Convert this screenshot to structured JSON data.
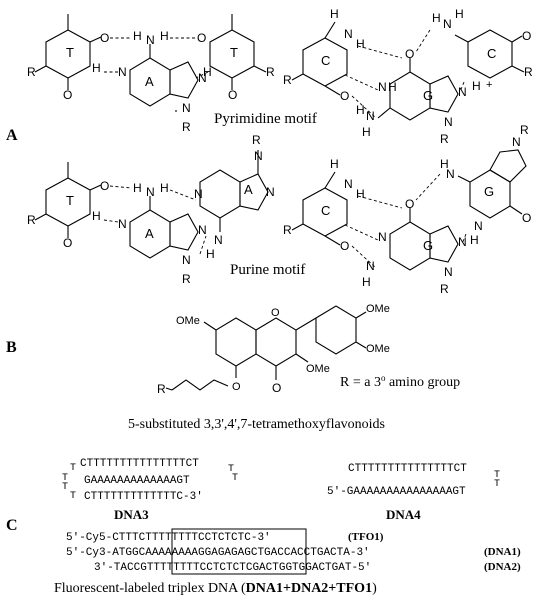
{
  "panels": {
    "a": {
      "letter": "A",
      "pyrimidine_caption": "Pyrimidine motif",
      "purine_caption": "Purine motif"
    },
    "b": {
      "letter": "B",
      "r_definition_pre": "R = a 3",
      "r_definition_sup": "o",
      "r_definition_post": " amino group",
      "caption": "5-substituted 3,3',4',7-tetramethoxyflavonoids"
    },
    "c": {
      "letter": "C",
      "dna3_label": "DNA3",
      "dna4_label": "DNA4",
      "dna3_lines": [
        "CTTTTTTTTTTTTTTTCT",
        "GAAAAAAAAAAAAAGT",
        "CTTTTTTTTTTTTTC-3'"
      ],
      "dna4_lines": [
        "CTTTTTTTTTTTTTTTCT",
        "5'-GAAAAAAAAAAAAAAAGT"
      ],
      "triplex": {
        "tfo1_prefix": "5'-Cy5-CTTTC",
        "tfo1_boxed": "TTTTTTTTCCTCTCTC",
        "tfo1_suffix": "-3'",
        "tfo1_label": "(TFO1)",
        "dna1_prefix": "5'-Cy3-ATGGC",
        "dna1_boxed": "AAAAAAAAGGAGAGAG",
        "dna1_suffix": "CTGACCACCTGACTA-3'",
        "dna1_label": "(DNA1)",
        "dna2_prefix": "3'-TACCG",
        "dna2_boxed": "TTTTTTTTCCTCTCTC",
        "dna2_suffix": "GACTGGTGGACTGAT-5'",
        "dna2_label": "(DNA2)"
      },
      "caption_pre": "Fluorescent-labeled triplex DNA (",
      "caption_bold": "DNA1+DNA2+TFO1",
      "caption_post": ")"
    }
  },
  "labels": {
    "T": "T",
    "A": "A",
    "C": "C",
    "G": "G",
    "R": "R",
    "H": "H",
    "N": "N",
    "O": "O",
    "plus": "+",
    "OMe": "OMe",
    "T_loop": "T"
  }
}
